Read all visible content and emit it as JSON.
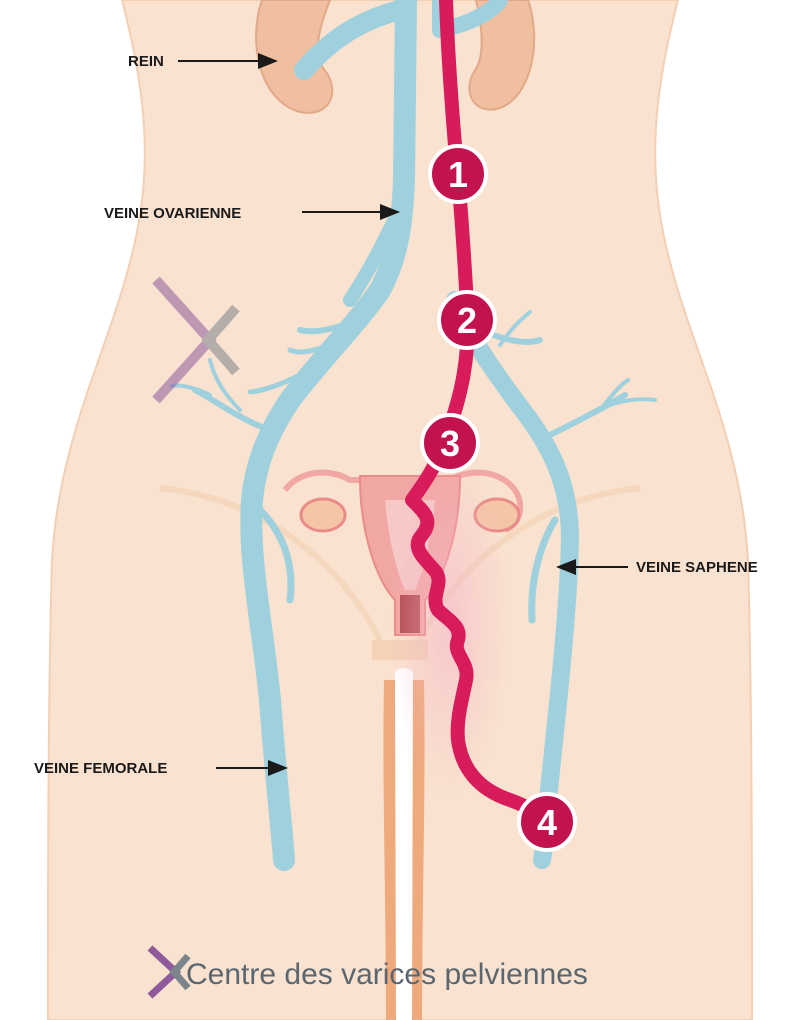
{
  "labels": {
    "rein": "REIN",
    "veine_ovarienne": "VEINE OVARIENNE",
    "veine_saphene": "VEINE SAPHENE",
    "veine_femorale": "VEINE FEMORALE"
  },
  "markers": [
    "1",
    "2",
    "3",
    "4"
  ],
  "brand": {
    "name": "Centre des varices pelviennes"
  },
  "colors": {
    "skin": "#f9e2cf",
    "skin_edge": "#f3cfb4",
    "vein_blue": "#9fd0dd",
    "vein_red": "#d81b5a",
    "marker_fill": "#c2124f",
    "kidney": "#efbfa0",
    "uterus": "#f1a7a3",
    "logo_purple": "#8f5a9c",
    "logo_grey": "#7b858c"
  }
}
